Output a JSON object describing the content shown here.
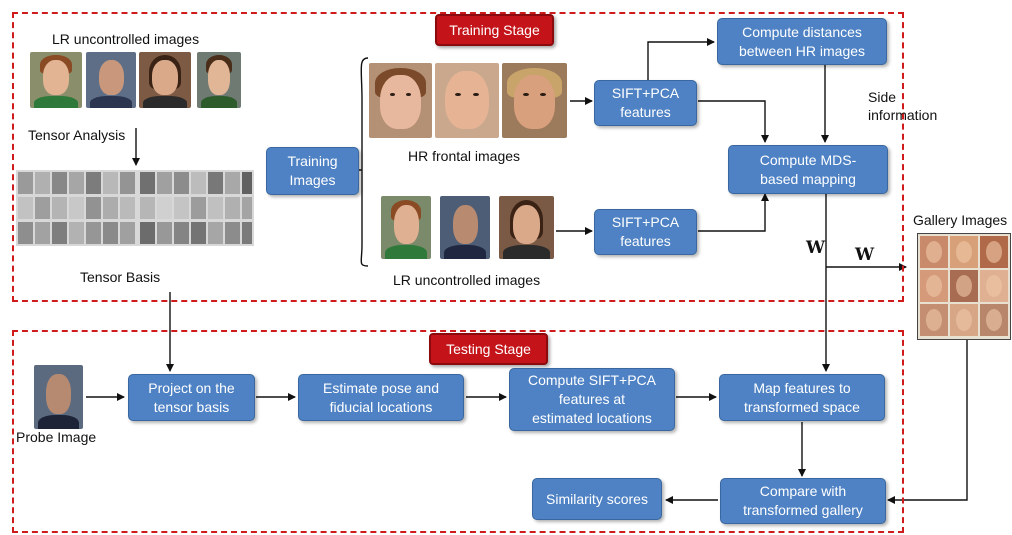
{
  "stages": {
    "training": "Training Stage",
    "testing": "Testing Stage"
  },
  "labels": {
    "lr_top": "LR uncontrolled images",
    "tensor_analysis": "Tensor Analysis",
    "tensor_basis": "Tensor Basis",
    "hr_frontal": "HR frontal images",
    "lr_bottom": "LR uncontrolled images",
    "side_info": "Side\ninformation",
    "gallery": "Gallery Images",
    "probe": "Probe Image",
    "w1": "W",
    "w2": "W"
  },
  "boxes": {
    "training_images": "Training\nImages",
    "sift_pca_top": "SIFT+PCA\nfeatures",
    "sift_pca_bottom": "SIFT+PCA\nfeatures",
    "compute_distances": "Compute distances\nbetween HR images",
    "compute_mds": "Compute MDS-\nbased mapping",
    "project": "Project on the\ntensor  basis",
    "estimate_pose": "Estimate pose and\nfiducial locations",
    "compute_sift": "Compute SIFT+PCA\nfeatures at\nestimated locations",
    "map_features": "Map  features to\ntransformed space",
    "compare": "Compare with\ntransformed gallery",
    "similarity": "Similarity scores"
  },
  "colors": {
    "box_fill": "#4e82c4",
    "stage_border": "#cf1b1b",
    "stage_label": "#c4141a"
  }
}
